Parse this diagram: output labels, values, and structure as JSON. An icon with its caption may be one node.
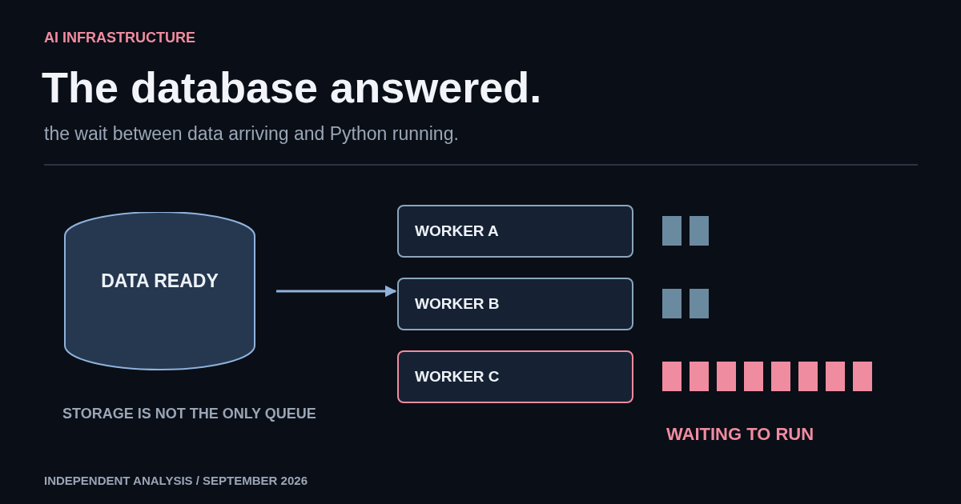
{
  "diagram": {
    "title": "The database answered.",
    "nodes": [
      {
        "text": [
          "DATA READY"
        ],
        "beside": [
          "STORAGE IS NOT THE ONLY QUEUE"
        ]
      },
      {
        "text": [
          "WORKER A"
        ]
      },
      {
        "text": [
          "WORKER B"
        ]
      },
      {
        "text": [
          "WORKER C"
        ]
      }
    ],
    "edges": [
      {
        "from": 0,
        "to": 2,
        "arrow": "to"
      }
    ],
    "labels": [
      "AI INFRASTRUCTURE",
      "the wait between data arriving and Python running.",
      "WAITING TO RUN",
      "INDEPENDENT ANALYSIS / SEPTEMBER 2026"
    ]
  }
}
